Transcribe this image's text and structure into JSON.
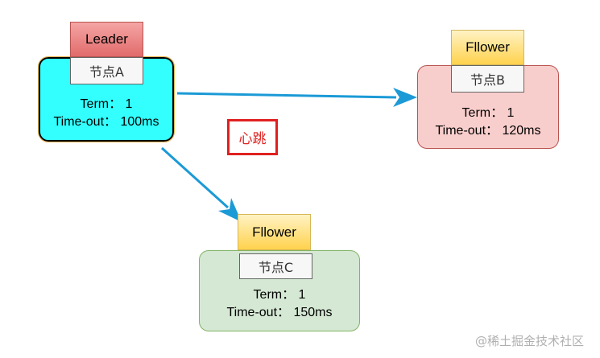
{
  "nodes": {
    "a": {
      "role": "Leader",
      "name": "节点A",
      "term": "Term： 1",
      "timeout": "Time-out： 100ms"
    },
    "b": {
      "role": "Fllower",
      "name": "节点B",
      "term": "Term： 1",
      "timeout": "Time-out： 120ms"
    },
    "c": {
      "role": "Fllower",
      "name": "节点C",
      "term": "Term： 1",
      "timeout": "Time-out： 150ms"
    }
  },
  "heartbeat_label": "心跳",
  "watermark": "@稀土掘金技术社区",
  "colors": {
    "leader_card": "#33ffff",
    "leader_role": "#e8676a",
    "follower_b_card": "#f8cecc",
    "follower_c_card": "#d5e8d4",
    "follower_role": "#ffd966",
    "arrow": "#1b9ad6",
    "heartbeat_border": "#e02020"
  }
}
